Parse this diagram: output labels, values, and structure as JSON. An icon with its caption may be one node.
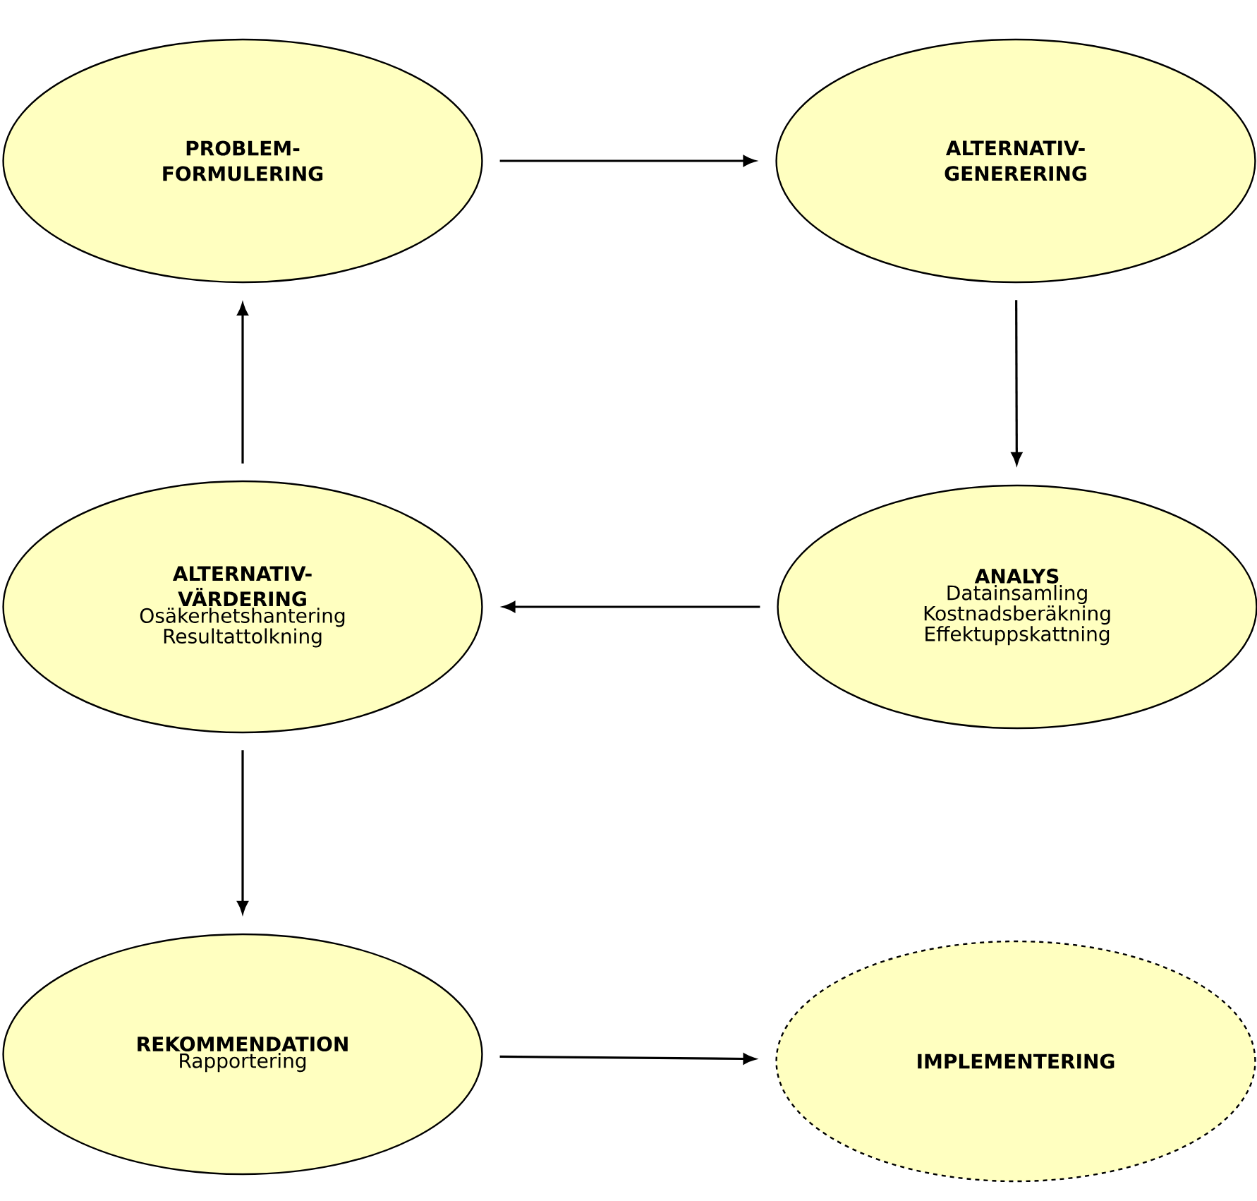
{
  "diagram": {
    "nodes": [
      {
        "text": [
          "PROBLEM- FORMULERING"
        ]
      },
      {
        "text": [
          "ALTERNATIV- GENERERING"
        ]
      },
      {
        "text": [
          "ANALYS",
          "Datainsamling",
          "Kostnadsberäkning",
          "Effektuppskattning"
        ]
      },
      {
        "text": [
          "ALTERNATIV- VÄRDERING",
          "Osäkerhetshantering",
          "Resultattolkning"
        ]
      },
      {
        "text": [
          "REKOMMENDATION",
          "Rapportering"
        ]
      },
      {
        "text": [
          "IMPLEMENTERING"
        ]
      }
    ],
    "edges": [
      {
        "from": 0,
        "to": 1,
        "arrow": "to"
      },
      {
        "from": 1,
        "to": 2,
        "arrow": "to"
      },
      {
        "from": 2,
        "to": 3,
        "arrow": "to"
      },
      {
        "from": 3,
        "to": 0,
        "arrow": "to"
      },
      {
        "from": 3,
        "to": 4,
        "arrow": "to"
      },
      {
        "from": 4,
        "to": 5,
        "arrow": "to"
      }
    ]
  }
}
